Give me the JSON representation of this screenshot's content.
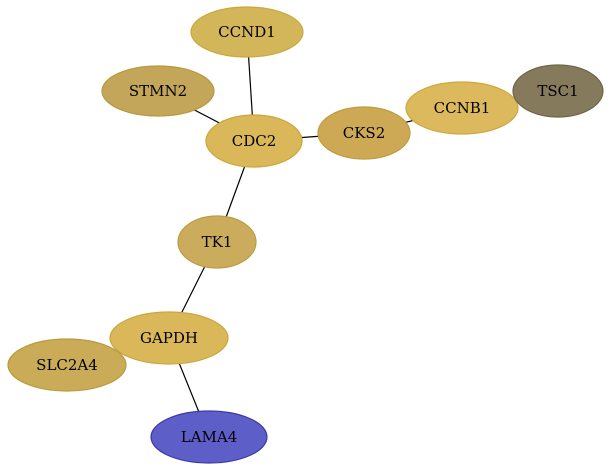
{
  "graph": {
    "nodes": [
      {
        "id": "CCND1",
        "label": "CCND1",
        "color": "#d4b65a",
        "stroke": "#c9a83a"
      },
      {
        "id": "STMN2",
        "label": "STMN2",
        "color": "#c4a65a",
        "stroke": "#b8993e"
      },
      {
        "id": "CDC2",
        "label": "CDC2",
        "color": "#dab85a",
        "stroke": "#caa63a"
      },
      {
        "id": "CKS2",
        "label": "CKS2",
        "color": "#cda956",
        "stroke": "#bf9b3e"
      },
      {
        "id": "CCNB1",
        "label": "CCNB1",
        "color": "#dcb95c",
        "stroke": "#cda83c"
      },
      {
        "id": "TSC1",
        "label": "TSC1",
        "color": "#857a5c",
        "stroke": "#6f6645"
      },
      {
        "id": "TK1",
        "label": "TK1",
        "color": "#caac5c",
        "stroke": "#bb9d40"
      },
      {
        "id": "GAPDH",
        "label": "GAPDH",
        "color": "#dab85a",
        "stroke": "#caa63a"
      },
      {
        "id": "SLC2A4",
        "label": "SLC2A4",
        "color": "#c9ab58",
        "stroke": "#b99b3c"
      },
      {
        "id": "LAMA4",
        "label": "LAMA4",
        "color": "#5e5ec8",
        "stroke": "#3b3ba8"
      }
    ],
    "edges": [
      {
        "from": "CCND1",
        "to": "CDC2"
      },
      {
        "from": "STMN2",
        "to": "CDC2"
      },
      {
        "from": "CDC2",
        "to": "CKS2"
      },
      {
        "from": "CKS2",
        "to": "CCNB1"
      },
      {
        "from": "CCNB1",
        "to": "TSC1"
      },
      {
        "from": "CDC2",
        "to": "TK1"
      },
      {
        "from": "TK1",
        "to": "GAPDH"
      },
      {
        "from": "GAPDH",
        "to": "SLC2A4"
      },
      {
        "from": "GAPDH",
        "to": "LAMA4"
      }
    ]
  }
}
